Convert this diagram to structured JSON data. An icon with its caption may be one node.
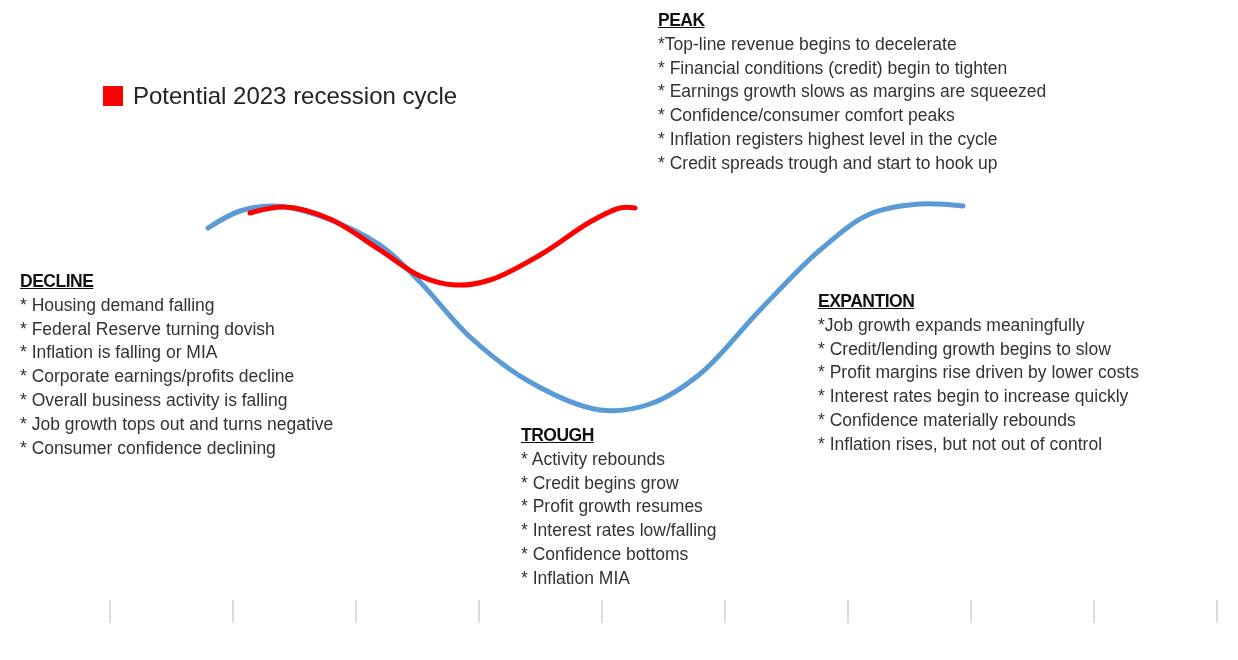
{
  "diagram": {
    "labels": [
      "PEAK",
      "*Top-line revenue begins to decelerate",
      "* Financial conditions (credit) begin to tighten",
      "* Earnings growth slows as margins are squeezed",
      "* Confidence/consumer comfort peaks",
      "* Inflation registers highest level in the cycle",
      "* Credit spreads trough and start to hook up",
      "DECLINE",
      "* Housing demand falling",
      "* Federal Reserve turning dovish",
      "* Inflation is falling or MIA",
      "* Corporate earnings/profits decline",
      "* Overall business activity is falling",
      "* Job growth tops out and turns negative",
      "* Consumer confidence declining",
      "EXPANTION",
      "*Job growth expands meaningfully",
      "* Credit/lending growth begins to slow",
      "* Profit margins rise driven by lower costs",
      "* Interest rates begin to increase quickly",
      "* Confidence materially rebounds",
      "* Inflation rises, but not out of control",
      "TROUGH",
      "* Activity rebounds",
      "* Credit begins grow",
      "* Profit growth resumes",
      "* Interest rates low/falling",
      "* Confidence bottoms",
      "* Inflation MIA"
    ],
    "legend": [
      {
        "text": "Potential 2023 recession cycle",
        "color": "#ff0000"
      }
    ]
  }
}
